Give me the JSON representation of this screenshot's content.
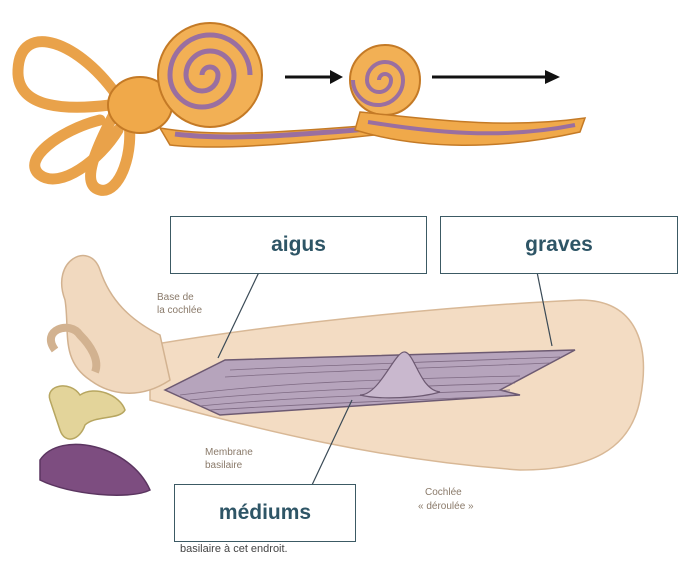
{
  "labels": {
    "high": "aigus",
    "low": "graves",
    "mid": "médiums"
  },
  "annotations": {
    "base_line1": "Base de",
    "base_line2": "la cochlée",
    "membrane_line1": "Membrane",
    "membrane_line2": "basilaire",
    "cochlea_line1": "Cochlée",
    "cochlea_line2": "« déroulée »",
    "caption_fragment": "basilaire à cet endroit."
  },
  "colors": {
    "ear_orange": "#f0a94a",
    "ear_dark": "#c47a26",
    "duct_purple": "#9a6fa0",
    "membrane": "#b6a4bc",
    "skin": "#f1d9bf",
    "label_text": "#2e5566"
  }
}
